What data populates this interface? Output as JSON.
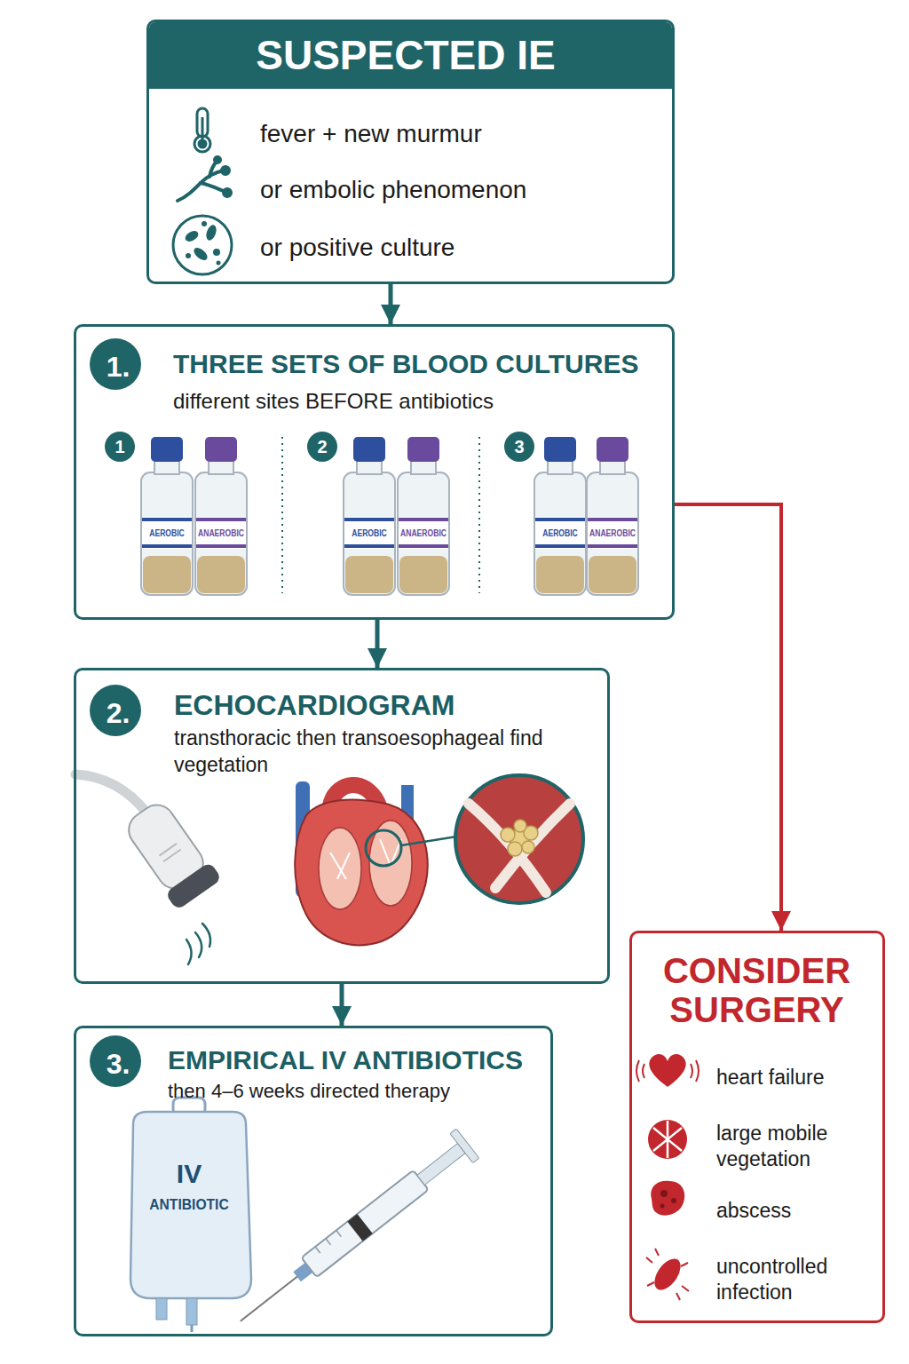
{
  "diagram": {
    "nodes": [
      {
        "text": [
          "SUSPECTED IE",
          "fever + new murmur",
          "or embolic phenomenon",
          "or positive culture"
        ]
      },
      {
        "text": [
          "1.",
          "THREE SETS OF BLOOD CULTURES",
          "different sites BEFORE antibiotics"
        ]
      },
      {
        "text": [
          "2.",
          "ECHOCARDIOGRAM",
          "transthoracic then transoesophageal find vegetation"
        ]
      },
      {
        "text": [
          "3.",
          "EMPIRICAL IV ANTIBIOTICS",
          "then 4–6 weeks directed therapy"
        ]
      },
      {
        "text": [
          "CONSIDER SURGERY",
          "heart failure",
          "large mobile vegetation",
          "abscess",
          "uncontrolled infection"
        ]
      }
    ],
    "edges": [
      {
        "from": 0,
        "to": 1,
        "arrow": "to"
      },
      {
        "from": 1,
        "to": 2,
        "arrow": "to"
      },
      {
        "from": 2,
        "to": 3,
        "arrow": "to"
      },
      {
        "from": 1,
        "to": 4,
        "arrow": "to"
      }
    ],
    "labels": [
      "1",
      "AEROBIC",
      "ANAEROBIC",
      "2",
      "AEROBIC",
      "ANAEROBIC",
      "3",
      "AEROBIC",
      "ANAEROBIC",
      "IV",
      "ANTIBIOTIC"
    ]
  }
}
